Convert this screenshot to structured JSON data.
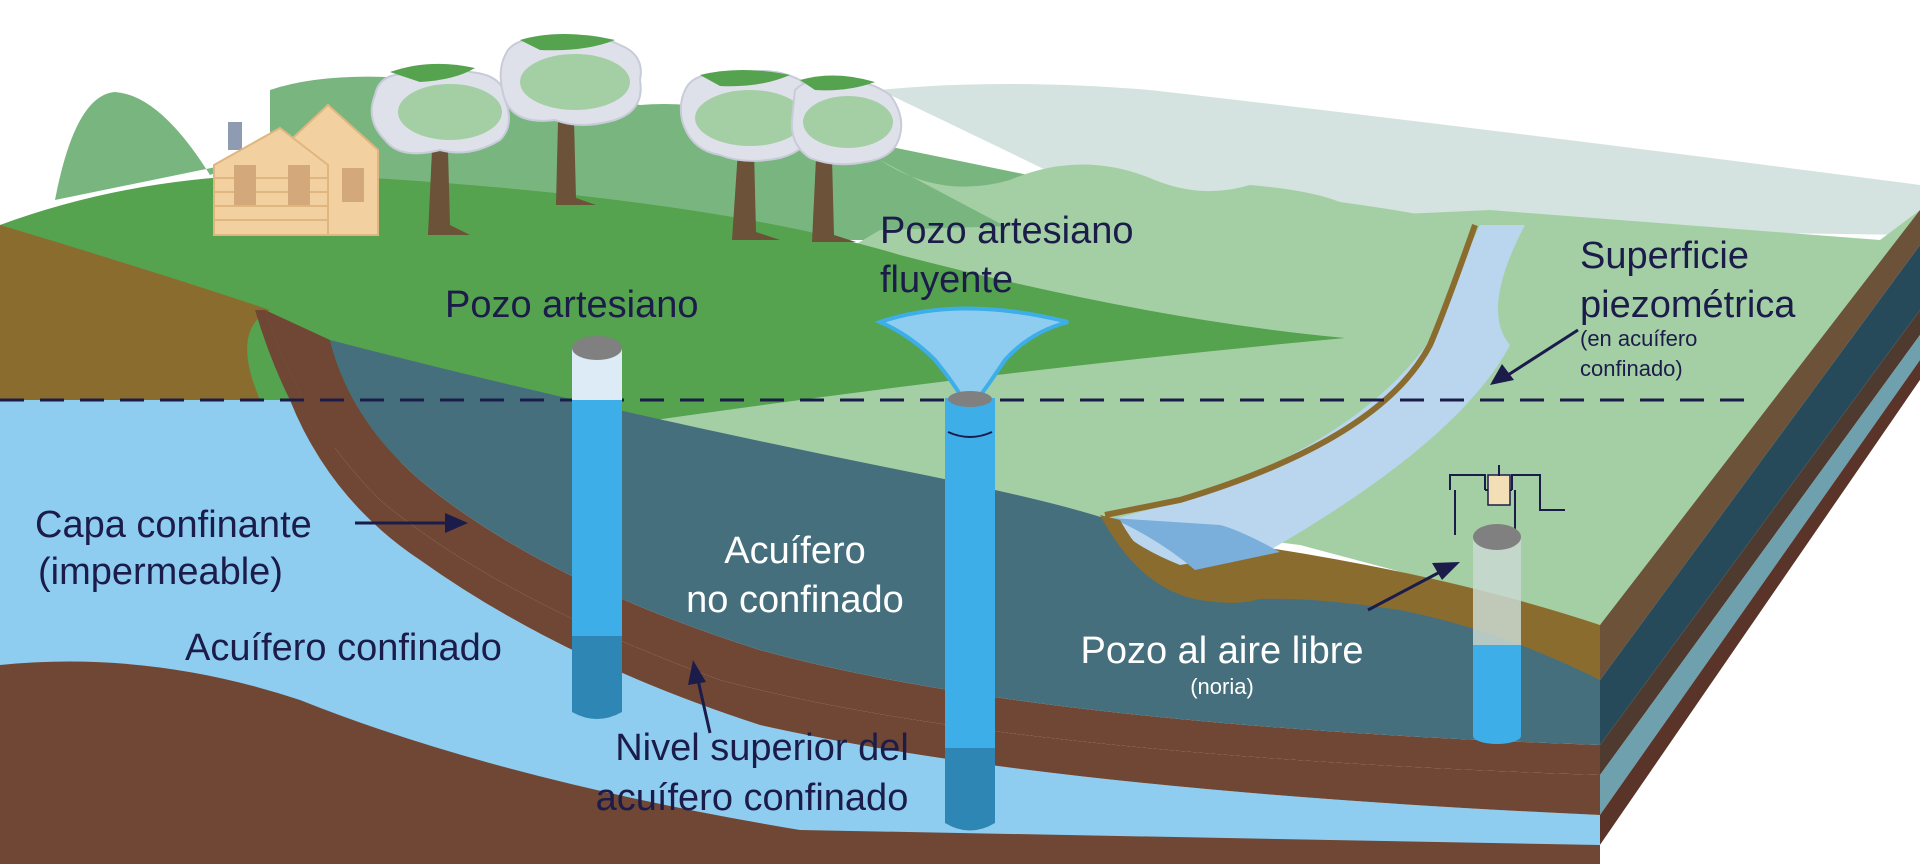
{
  "labels": {
    "pozo_artesiano": "Pozo artesiano",
    "pozo_fluyente_1": "Pozo artesiano",
    "pozo_fluyente_2": "fluyente",
    "superficie_1": "Superficie",
    "superficie_2": "piezométrica",
    "superficie_note_1": "(en acuífero",
    "superficie_note_2": "confinado)",
    "capa_1": "Capa confinante",
    "capa_2": "(impermeable)",
    "acuifero_confinado": "Acuífero confinado",
    "no_confinado_1": "Acuífero",
    "no_confinado_2": "no confinado",
    "nivel_1": "Nivel superior del",
    "nivel_2": "acuífero confinado",
    "pozo_aire_libre": "Pozo al aire libre",
    "noria": "(noria)"
  },
  "colors": {
    "grass": "#55a24f",
    "hills": "#79b67f",
    "pale_field": "#a4cfa5",
    "sky_plain": "#d4e3e0",
    "soil": "#8b6c2f",
    "clay": "#6f4734",
    "confined_aquifer": "#8ecdf0",
    "unconfined_aquifer": "#456f7c",
    "well_water": "#3daee8",
    "well_deep": "#2e86b5",
    "river": "#b9d6ee",
    "text": "#1c1c4a"
  }
}
